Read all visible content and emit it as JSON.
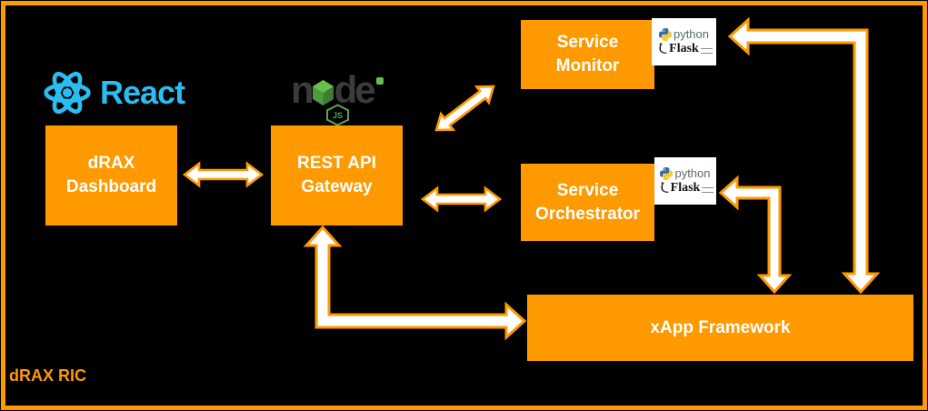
{
  "frame": {
    "label": "dRAX RIC",
    "border_color": "#FF9900",
    "background": "#000000"
  },
  "logos": {
    "react": {
      "label": "React",
      "color": "#29BDF2",
      "icon": "react-atom-icon"
    },
    "node": {
      "prefix": "n",
      "suffix": "de",
      "badge": "JS",
      "green": "#5FA04E",
      "text_color": "#3B3B3B",
      "icon": "node-hexagon-icon"
    },
    "python": {
      "label": "python",
      "blue": "#336E9E",
      "yellow": "#FCC624",
      "icon": "python-twin-snakes-icon"
    },
    "flask": {
      "label": "Flask",
      "color": "#111111",
      "icon": "flask-horn-icon"
    }
  },
  "boxes": {
    "dashboard": {
      "line1": "dRAX",
      "line2": "Dashboard"
    },
    "gateway": {
      "line1": "REST API",
      "line2": "Gateway"
    },
    "monitor": {
      "line1": "Service",
      "line2": "Monitor"
    },
    "orchestrator": {
      "line1": "Service",
      "line2": "Orchestrator"
    },
    "xapp": {
      "label": "xApp Framework"
    }
  },
  "connections": [
    {
      "from": "dRAX Dashboard",
      "to": "REST API Gateway",
      "bidirectional": true,
      "shape": "horizontal"
    },
    {
      "from": "REST API Gateway",
      "to": "Service Monitor",
      "bidirectional": true,
      "shape": "diagonal"
    },
    {
      "from": "REST API Gateway",
      "to": "Service Orchestrator",
      "bidirectional": true,
      "shape": "horizontal"
    },
    {
      "from": "REST API Gateway",
      "to": "xApp Framework",
      "bidirectional": true,
      "shape": "elbow"
    },
    {
      "from": "Service Monitor",
      "to": "xApp Framework",
      "bidirectional": true,
      "shape": "elbow"
    },
    {
      "from": "Service Orchestrator",
      "to": "xApp Framework",
      "bidirectional": true,
      "shape": "elbow"
    }
  ],
  "colors": {
    "box_orange": "#FF9900",
    "arrow_fill": "#FFFFFF",
    "arrow_outline": "#FF9900",
    "box_text": "#FFFFFF"
  }
}
